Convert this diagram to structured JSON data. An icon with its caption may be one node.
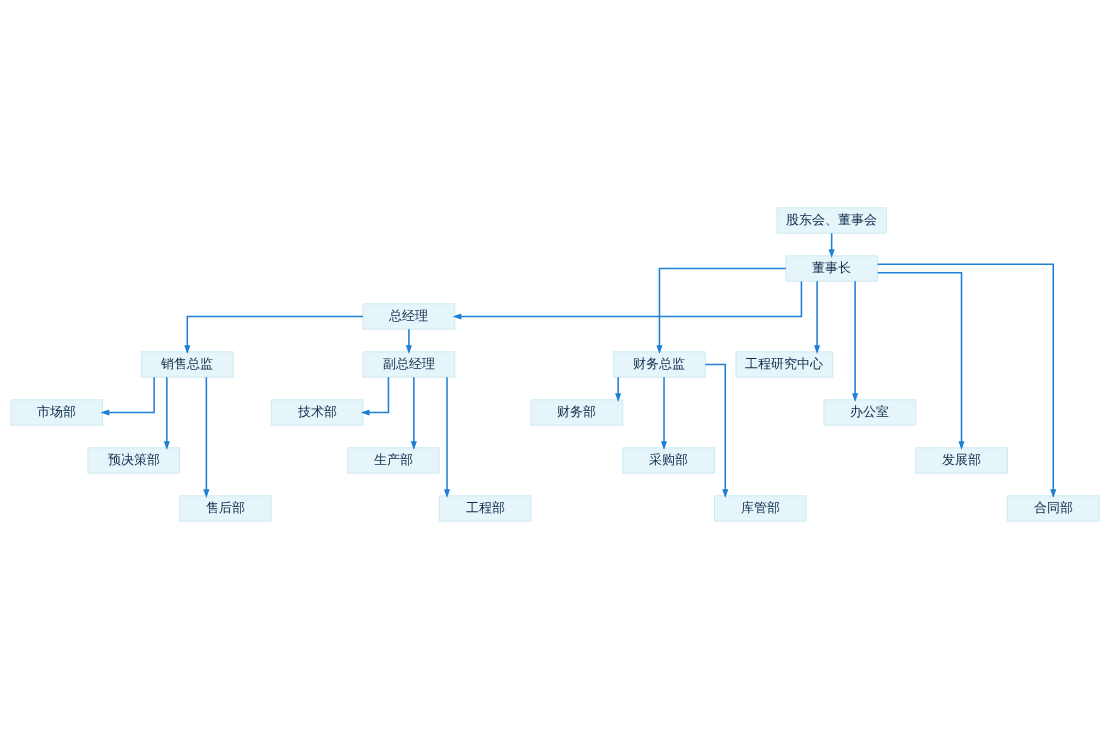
{
  "diagram": {
    "nodes": [
      {
        "text": [
          "股东会、董事会"
        ]
      },
      {
        "text": [
          "董事长"
        ]
      },
      {
        "text": [
          "总经理"
        ]
      },
      {
        "text": [
          "财务总监"
        ]
      },
      {
        "text": [
          "销售总监"
        ]
      },
      {
        "text": [
          "副总经理"
        ]
      },
      {
        "text": [
          "工程研究中心"
        ]
      },
      {
        "text": [
          "财务部"
        ]
      },
      {
        "text": [
          "市场部"
        ]
      },
      {
        "text": [
          "技术部"
        ]
      },
      {
        "text": [
          "办公室"
        ]
      },
      {
        "text": [
          "采购部"
        ]
      },
      {
        "text": [
          "预决策部"
        ]
      },
      {
        "text": [
          "生产部"
        ]
      },
      {
        "text": [
          "发展部"
        ]
      },
      {
        "text": [
          "库管部"
        ]
      },
      {
        "text": [
          "售后部"
        ]
      },
      {
        "text": [
          "工程部"
        ]
      },
      {
        "text": [
          "合同部"
        ]
      }
    ],
    "edges": [
      {
        "from": 0,
        "to": 1,
        "arrow": "to"
      },
      {
        "from": 1,
        "to": 3,
        "arrow": "to"
      },
      {
        "from": 1,
        "to": 2,
        "arrow": "to"
      },
      {
        "from": 1,
        "to": 6,
        "arrow": "to"
      },
      {
        "from": 1,
        "to": 10,
        "arrow": "to"
      },
      {
        "from": 1,
        "to": 14,
        "arrow": "to"
      },
      {
        "from": 1,
        "to": 18,
        "arrow": "to"
      },
      {
        "from": 2,
        "to": 4,
        "arrow": "to"
      },
      {
        "from": 2,
        "to": 5,
        "arrow": "to"
      },
      {
        "from": 3,
        "to": 7,
        "arrow": "to"
      },
      {
        "from": 3,
        "to": 11,
        "arrow": "to"
      },
      {
        "from": 3,
        "to": 15,
        "arrow": "to"
      },
      {
        "from": 4,
        "to": 8,
        "arrow": "to"
      },
      {
        "from": 4,
        "to": 12,
        "arrow": "to"
      },
      {
        "from": 4,
        "to": 16,
        "arrow": "to"
      },
      {
        "from": 5,
        "to": 9,
        "arrow": "to"
      },
      {
        "from": 5,
        "to": 13,
        "arrow": "to"
      },
      {
        "from": 5,
        "to": 17,
        "arrow": "to"
      }
    ]
  }
}
